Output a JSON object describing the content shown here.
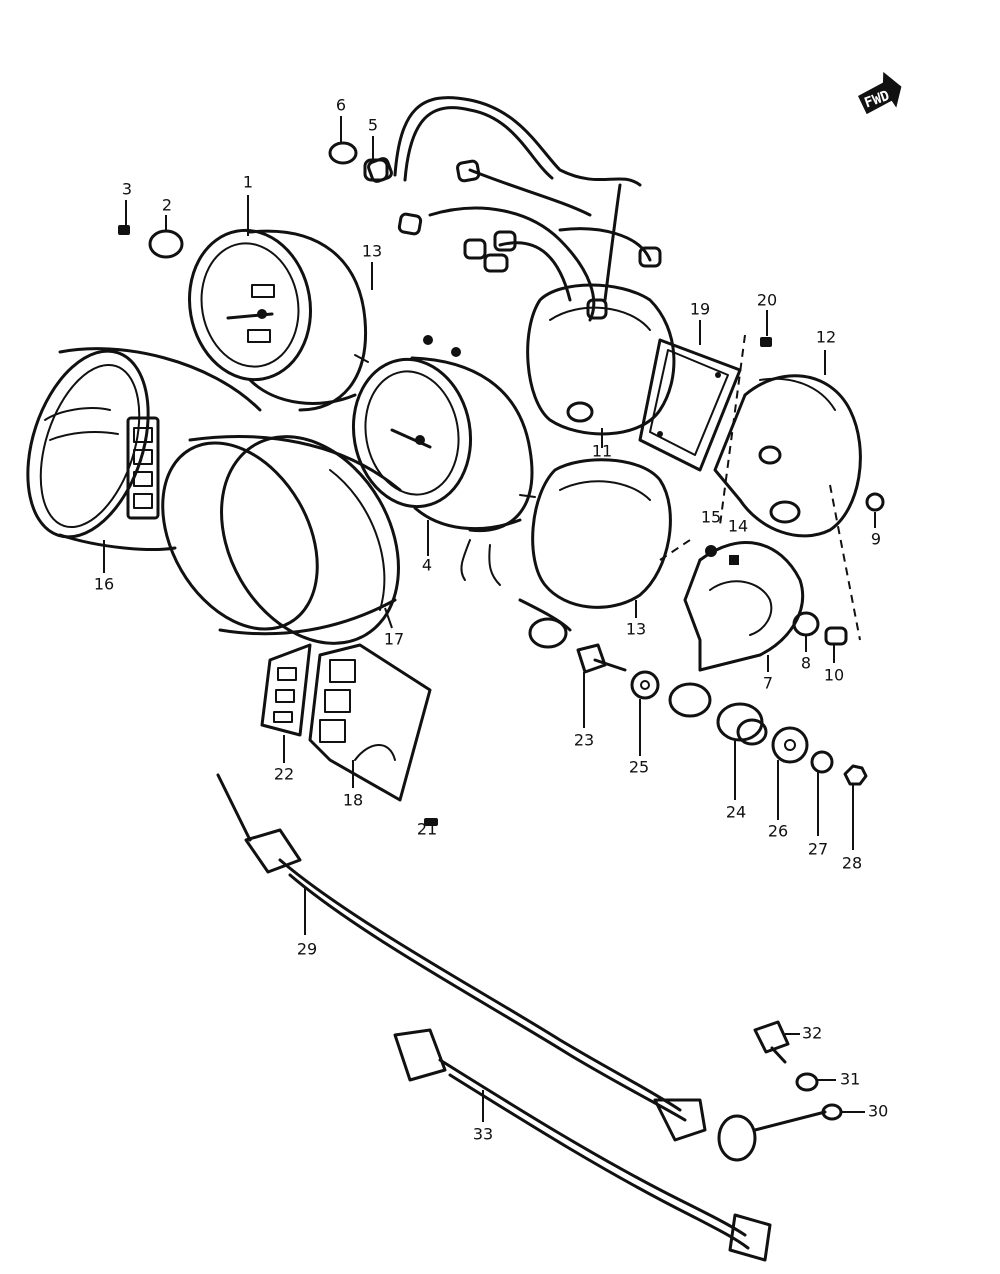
{
  "labels": {
    "n1": "1",
    "n2": "2",
    "n3": "3",
    "n4": "4",
    "n5": "5",
    "n6": "6",
    "n7": "7",
    "n8": "8",
    "n9": "9",
    "n10": "10",
    "n11": "11",
    "n12": "12",
    "n13a": "13",
    "n13b": "13",
    "n14": "14",
    "n15": "15",
    "n16": "16",
    "n17": "17",
    "n18": "18",
    "n19": "19",
    "n20": "20",
    "n21": "21",
    "n22": "22",
    "n23": "23",
    "n24": "24",
    "n25": "25",
    "n26": "26",
    "n27": "27",
    "n28": "28",
    "n29": "29",
    "n30": "30",
    "n31": "31",
    "n32": "32",
    "n33": "33"
  },
  "stamp": "FWD"
}
